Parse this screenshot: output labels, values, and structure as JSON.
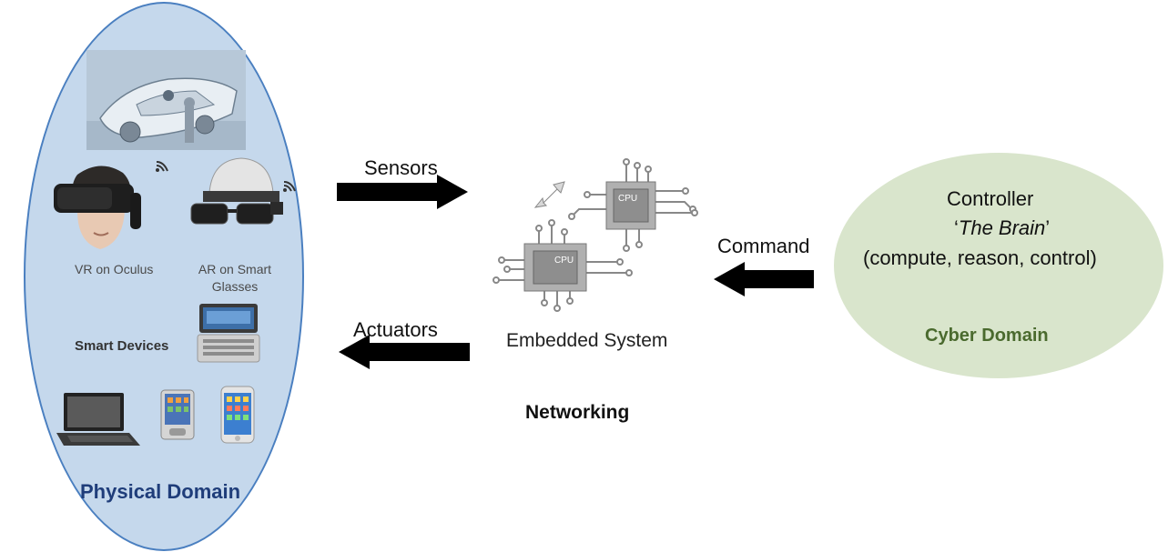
{
  "physical": {
    "title": "Physical Domain",
    "vr_label": "VR on Oculus",
    "ar_label_line1": "AR on Smart",
    "ar_label_line2": "Glasses",
    "smart_devices": "Smart Devices"
  },
  "arrows": {
    "sensors": "Sensors",
    "actuators": "Actuators",
    "command": "Command"
  },
  "center": {
    "embedded": "Embedded System",
    "networking": "Networking",
    "cpu1": "CPU",
    "cpu2": "CPU"
  },
  "cyber": {
    "controller": "Controller",
    "brain_open": "‘",
    "brain": "The Brain",
    "brain_close": "’",
    "roles": "(compute, reason, control)",
    "title": "Cyber Domain"
  },
  "colors": {
    "physical_fill": "#c5d8ec",
    "physical_title": "#1f3d7a",
    "cyber_fill": "#d9e5cc",
    "cyber_title": "#4a6a2e"
  }
}
